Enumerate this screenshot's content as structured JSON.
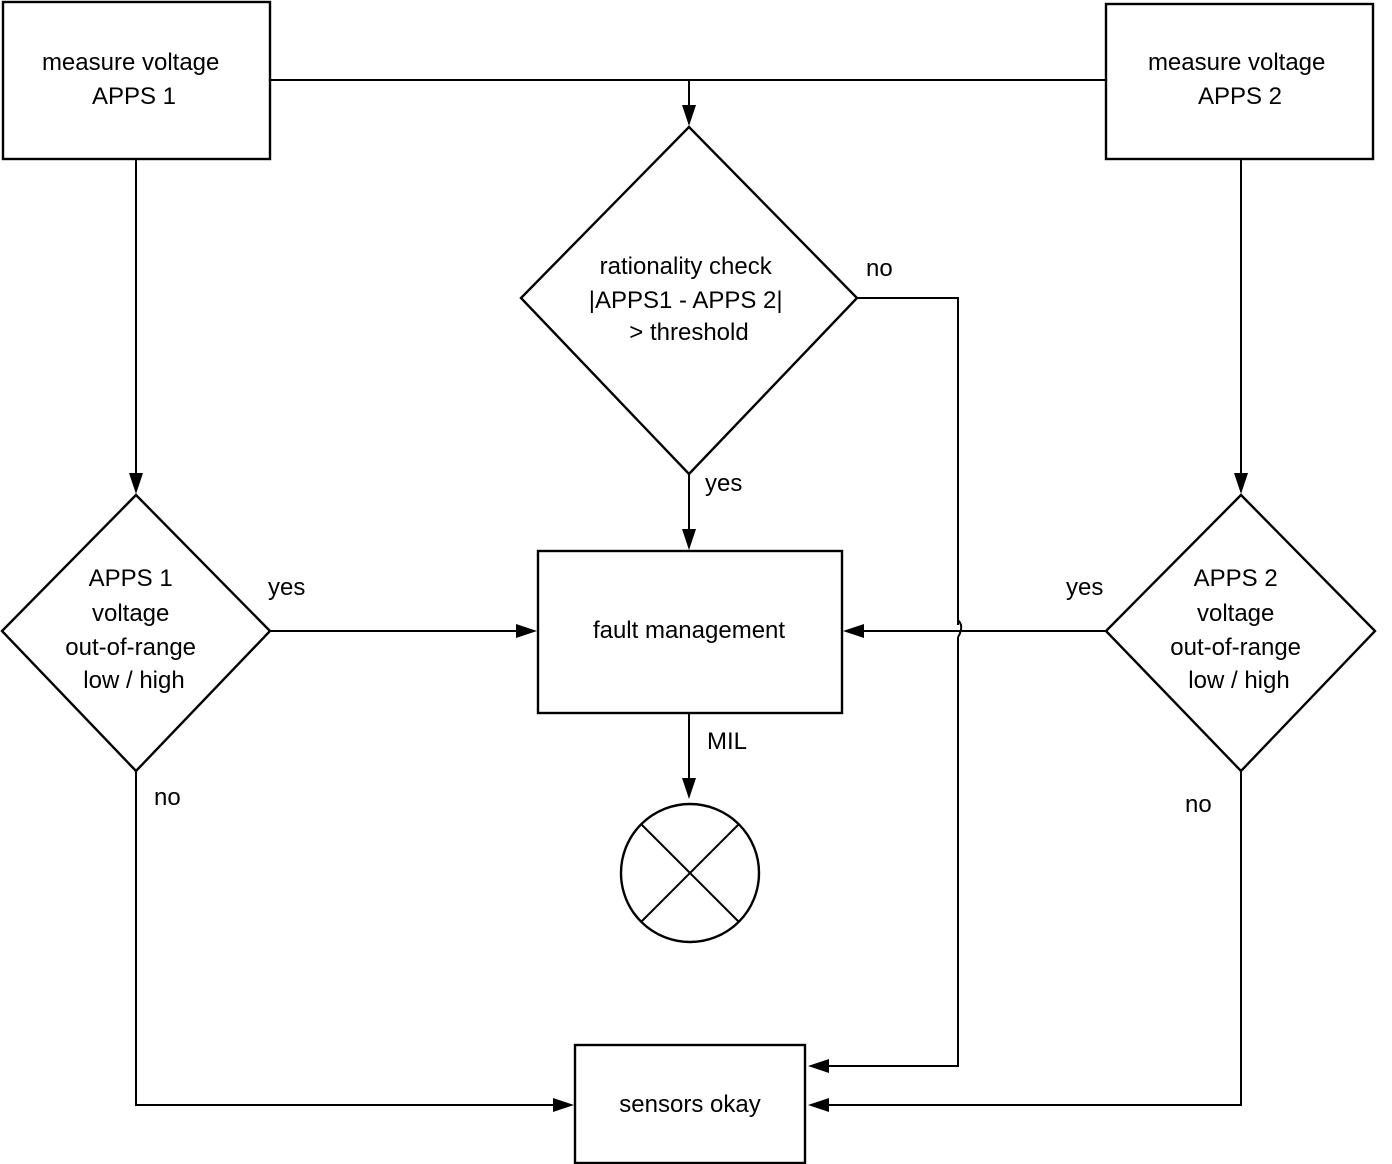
{
  "nodes": {
    "measure_apps1": {
      "lines": [
        "measure voltage",
        "APPS 1"
      ]
    },
    "measure_apps2": {
      "lines": [
        "measure voltage",
        "APPS 2"
      ]
    },
    "rationality_check": {
      "lines": [
        "rationality check",
        "|APPS1 - APPS 2|",
        "> threshold"
      ]
    },
    "apps1_range": {
      "lines": [
        "APPS 1",
        "voltage",
        "out-of-range",
        "low / high"
      ]
    },
    "apps2_range": {
      "lines": [
        "APPS 2",
        "voltage",
        "out-of-range",
        "low / high"
      ]
    },
    "fault_management": {
      "lines": [
        "fault management"
      ]
    },
    "sensors_okay": {
      "lines": [
        "sensors okay"
      ]
    },
    "mil_lamp": {
      "icon": "mil-lamp-icon"
    }
  },
  "edge_labels": {
    "rationality_no": "no",
    "rationality_yes": "yes",
    "apps1_yes": "yes",
    "apps1_no": "no",
    "apps2_yes": "yes",
    "apps2_no": "no",
    "mil": "MIL"
  },
  "colors": {
    "stroke": "#000000",
    "background": "#ffffff"
  }
}
